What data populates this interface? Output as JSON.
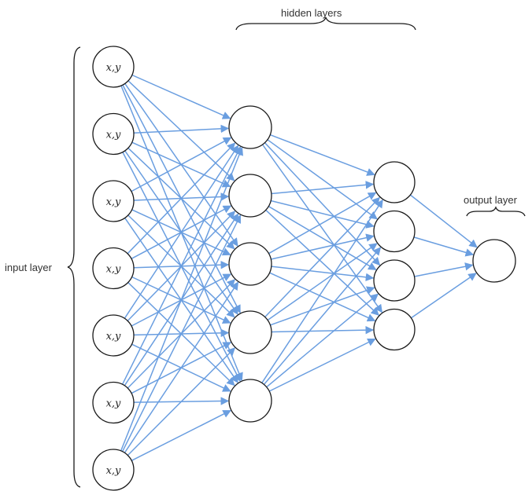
{
  "labels": {
    "input_layer": "input layer",
    "hidden_layers": "hidden layers",
    "output_layer": "output layer"
  },
  "colors": {
    "edge": "#6a9ee0",
    "node_stroke": "#1a1a1a",
    "node_fill": "#ffffff",
    "text": "#333333"
  },
  "network": {
    "input_node_label": "x,y",
    "layers": [
      {
        "name": "input",
        "size": 7
      },
      {
        "name": "hidden-1",
        "size": 5
      },
      {
        "name": "hidden-2",
        "size": 4
      },
      {
        "name": "output",
        "size": 1
      }
    ]
  }
}
